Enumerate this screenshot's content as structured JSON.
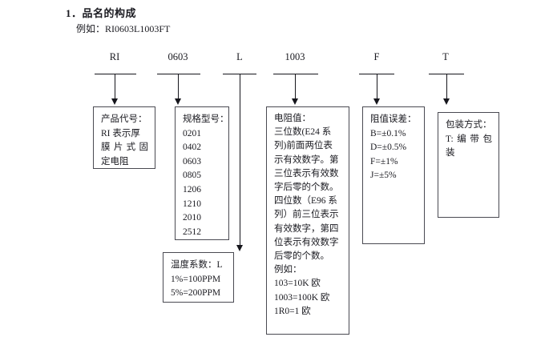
{
  "document": {
    "title": "1．品名的构成",
    "example_line": "例如：RI0603L1003FT"
  },
  "part_code_segments": [
    {
      "label": "RI",
      "name": "segment-ri"
    },
    {
      "label": "0603",
      "name": "segment-0603"
    },
    {
      "label": "L",
      "name": "segment-l"
    },
    {
      "label": "1003",
      "name": "segment-1003"
    },
    {
      "label": "F",
      "name": "segment-f"
    },
    {
      "label": "T",
      "name": "segment-t"
    }
  ],
  "boxes": {
    "product_code": {
      "heading": "产品代号：",
      "lines": [
        "RI 表示厚",
        "膜片式固",
        "定电阻"
      ]
    },
    "size_type": {
      "heading": "规格型号：",
      "values": [
        "0201",
        "0402",
        "0603",
        "0805",
        "1206",
        "1210",
        "2010",
        "2512"
      ]
    },
    "temperature_coefficient": {
      "heading": "温度系数：L",
      "lines": [
        "1%=100PPM",
        "5%=200PPM"
      ]
    },
    "resistance_value": {
      "heading": "电阻值：",
      "lines": [
        "三位数(E24 系",
        "列)前面两位表",
        "示有效数字。第",
        "三位表示有效数",
        "字后零的个数。",
        "四位数（E96 系",
        "列）前三位表示",
        "有效数字，第四",
        "位表示有效数字",
        "后零的个数。"
      ],
      "example_heading": "例如：",
      "examples": [
        "103=10K 欧",
        "1003=100K 欧",
        "1R0=1 欧"
      ]
    },
    "tolerance": {
      "heading": "阻值误差：",
      "values": [
        "B=±0.1%",
        "D=±0.5%",
        "F=±1%",
        "J=±5%"
      ]
    },
    "packaging": {
      "heading": "包装方式：",
      "lines": [
        "T: 编带包",
        "装"
      ]
    }
  }
}
